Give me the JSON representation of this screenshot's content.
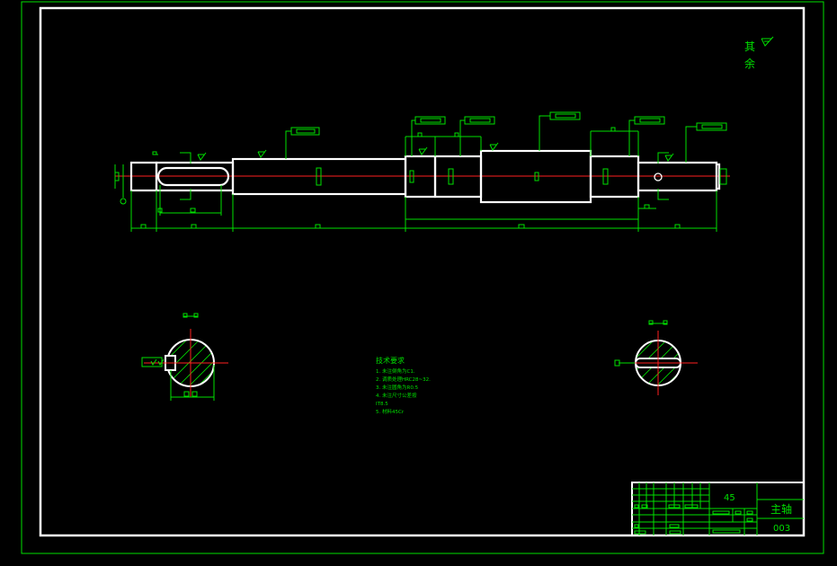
{
  "roughness_note": {
    "line1": "其",
    "line2": "余"
  },
  "technical_requirements": {
    "title": "技术要求",
    "items": [
      "1. 未注倒角为C1.",
      "2. 调质处理HRC28~32.",
      "3. 未注圆角为R0.5",
      "4. 未注尺寸公差按",
      "IT8.5",
      "5. 材料45Cr"
    ]
  },
  "title_block": {
    "material": "45",
    "part_name": "主轴",
    "drawing_number": "003"
  },
  "colors": {
    "background": "#000000",
    "linework": "#00e000",
    "outline": "#ffffff",
    "centerline": "#ff2020"
  }
}
